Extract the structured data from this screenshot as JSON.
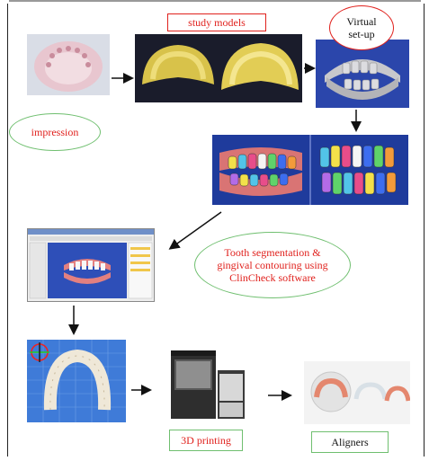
{
  "labels": {
    "study_models": "study models",
    "virtual_setup": "Virtual set-up",
    "impression": "impression",
    "segmentation": "Tooth segmentation & gingival contouring using ClinCheck software",
    "printing": "3D printing",
    "aligners": "Aligners"
  },
  "colors": {
    "label_text": "#e0211d",
    "oval_border_green": "#6fbf6f",
    "oval_border_red": "#e0211d",
    "gypsum_yellow": "#d8c24a",
    "scan_blue": "#1c3f9e"
  }
}
